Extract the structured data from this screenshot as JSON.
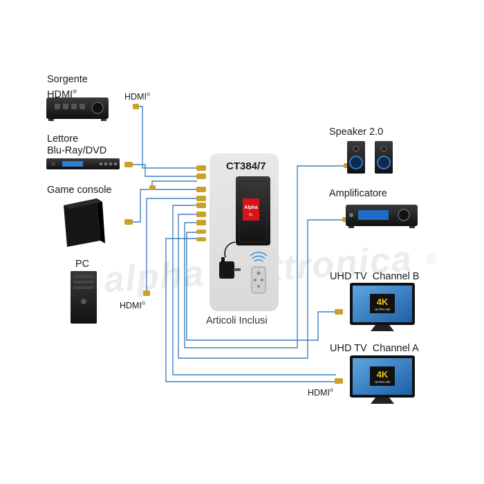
{
  "product": {
    "model": "CT384/7",
    "included_label": "Articoli Inclusi",
    "brand_logo": "Alpha Elettronica"
  },
  "sources": [
    {
      "line1": "Sorgente",
      "line2": "HDMI",
      "reg": "®",
      "icon": "av-receiver-icon"
    },
    {
      "line1": "Lettore",
      "line2": "Blu-Ray/DVD",
      "icon": "bluray-player-icon"
    },
    {
      "line1": "Game console",
      "icon": "game-console-icon"
    },
    {
      "line1": "PC",
      "icon": "pc-tower-icon"
    }
  ],
  "outputs": [
    {
      "label": "Speaker 2.0",
      "icon": "speaker-icon"
    },
    {
      "label": "Amplificatore",
      "icon": "amplifier-icon"
    },
    {
      "label": "UHD TV  Channel B",
      "icon": "tv-4k-icon"
    },
    {
      "label": "UHD TV  Channel A",
      "icon": "tv-4k-icon"
    }
  ],
  "cable_labels": {
    "top": {
      "text": "HDMI",
      "reg": "®"
    },
    "bottom_left": {
      "text": "HDMI",
      "reg": "®"
    },
    "bottom_right": {
      "text": "HDMI",
      "reg": "®"
    }
  },
  "tv_badge": {
    "main": "4K",
    "sub": "ULTRA HD"
  },
  "watermark": {
    "text": "alpha elettronica",
    "reg": "®"
  },
  "colors": {
    "cable": "#3f7fc4",
    "plug": "#c9a227",
    "panel": "#e3e3e3",
    "device": "#1e1e1e",
    "logo_red": "#d7141a"
  }
}
